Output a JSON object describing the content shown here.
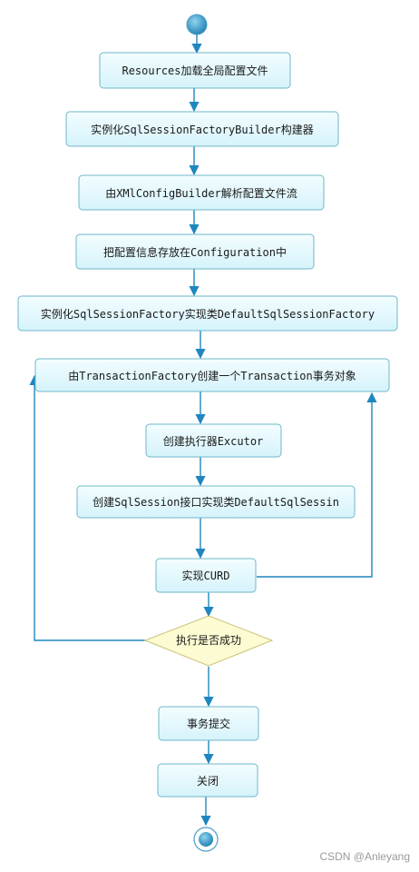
{
  "diagram": {
    "nodes": {
      "load_resources": "Resources加载全局配置文件",
      "instantiate_builder": "实例化SqlSessionFactoryBuilder构建器",
      "parse_config": "由XMlConfigBuilder解析配置文件流",
      "store_config": "把配置信息存放在Configuration中",
      "instantiate_factory": "实例化SqlSessionFactory实现类DefaultSqlSessionFactory",
      "create_transaction": "由TransactionFactory创建一个Transaction事务对象",
      "create_executor": "创建执行器Excutor",
      "create_session": "创建SqlSession接口实现类DefaultSqlSessin",
      "curd": "实现CURD",
      "decision": "执行是否成功",
      "commit": "事务提交",
      "close": "关闭"
    },
    "colors": {
      "node_fill": "#e6f9fd",
      "node_stroke": "#6fb7c8",
      "decision_fill": "#fdfbd2",
      "decision_stroke": "#c9c27a",
      "edge": "#1f86bf"
    }
  },
  "watermark": "CSDN @Anleyang"
}
